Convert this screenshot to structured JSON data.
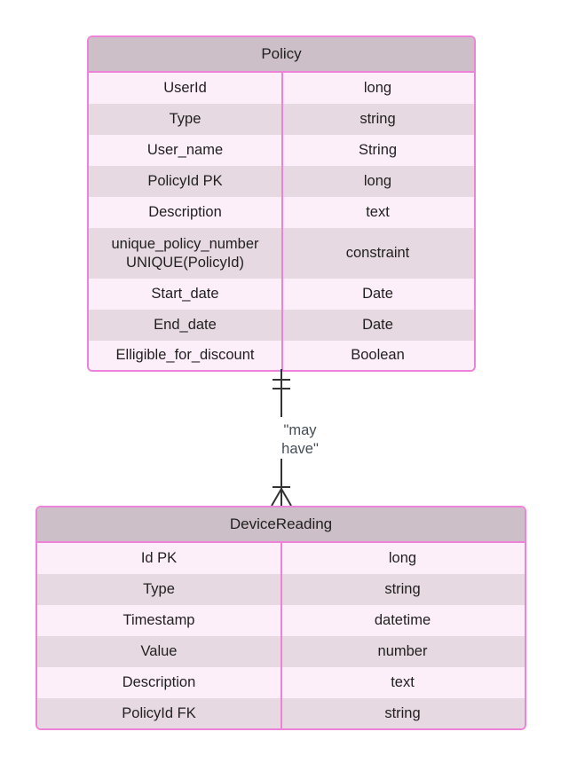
{
  "entities": {
    "policy": {
      "title": "Policy",
      "attributes": [
        {
          "name": "UserId",
          "type": "long"
        },
        {
          "name": "Type",
          "type": "string"
        },
        {
          "name": "User_name",
          "type": "String"
        },
        {
          "name": "PolicyId PK",
          "type": "long"
        },
        {
          "name": "Description",
          "type": "text"
        },
        {
          "name": "unique_policy_number\nUNIQUE(PolicyId)",
          "type": "constraint"
        },
        {
          "name": "Start_date",
          "type": "Date"
        },
        {
          "name": "End_date",
          "type": "Date"
        },
        {
          "name": "Elligible_for_discount",
          "type": "Boolean"
        }
      ]
    },
    "device_reading": {
      "title": "DeviceReading",
      "attributes": [
        {
          "name": "Id PK",
          "type": "long"
        },
        {
          "name": "Type",
          "type": "string"
        },
        {
          "name": "Timestamp",
          "type": "datetime"
        },
        {
          "name": "Value",
          "type": "number"
        },
        {
          "name": "Description",
          "type": "text"
        },
        {
          "name": "PolicyId FK",
          "type": "string"
        }
      ]
    }
  },
  "relationship": {
    "label": "\"may\nhave\"",
    "from_cardinality": "exactly-one",
    "to_cardinality": "one-or-more"
  },
  "colors": {
    "border": "#ec83d9",
    "header_bg": "#ccbfc7",
    "row_odd": "#fdeffa",
    "row_even": "#e7d9e1",
    "line": "#333333"
  }
}
